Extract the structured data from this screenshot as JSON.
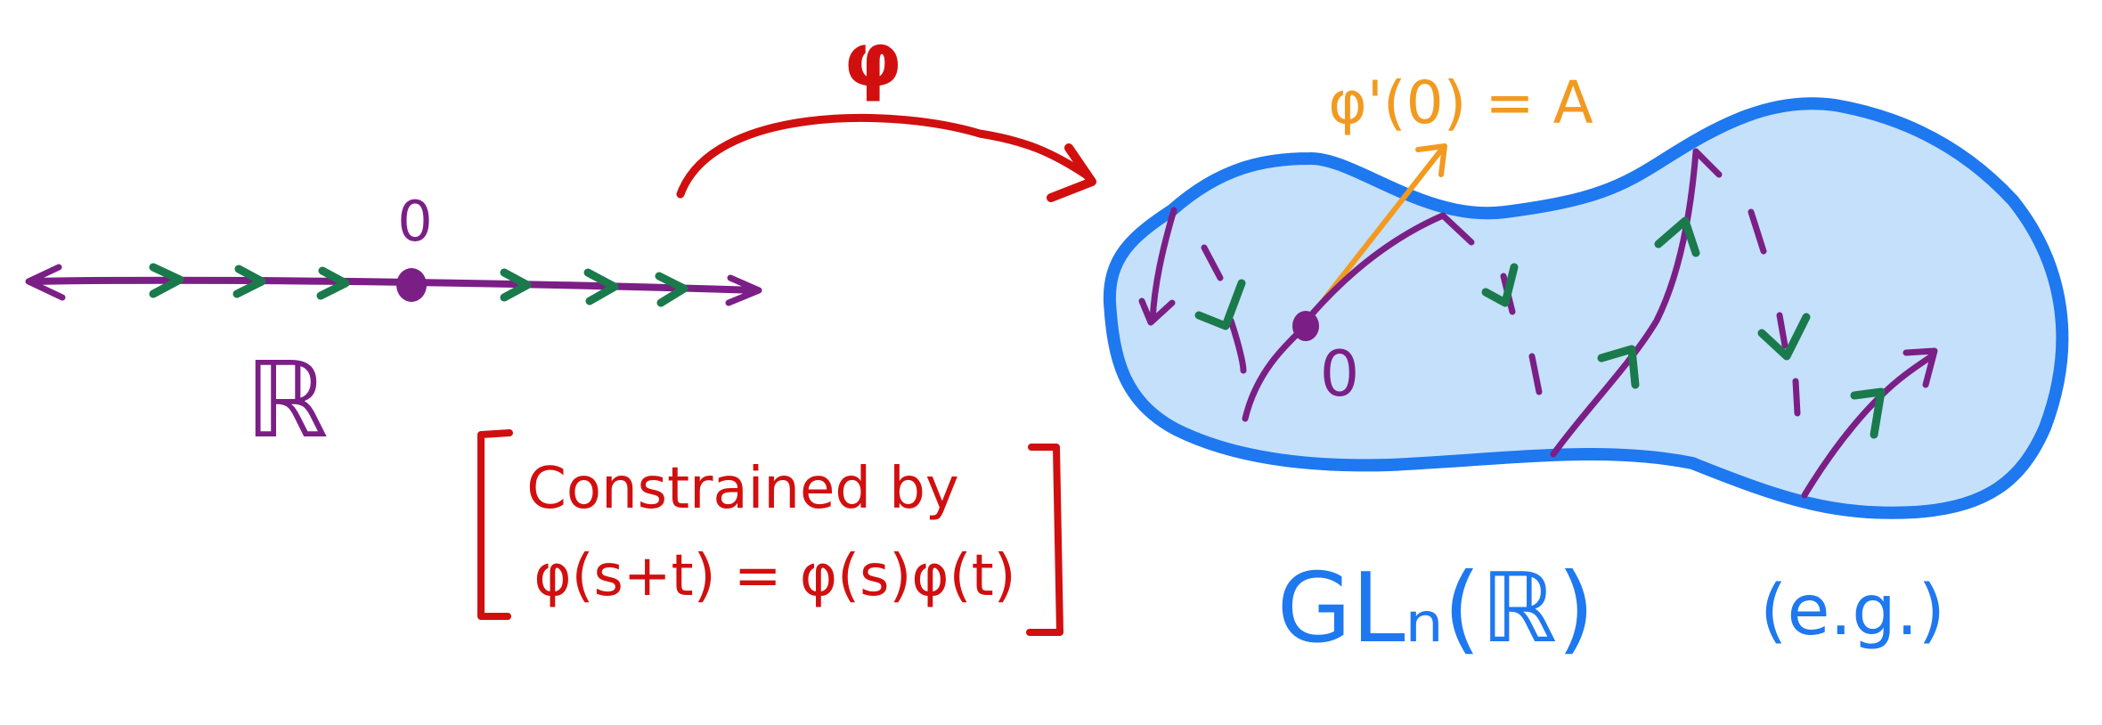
{
  "labels": {
    "phi": "φ",
    "real_line": "ℝ",
    "origin_line": "0",
    "origin_group": "0",
    "derivative": "φ'(0) = A",
    "constraint_line1": "Constrained by",
    "constraint_line2": "φ(s+t) = φ(s)φ(t)",
    "group": "GLₙ(ℝ)",
    "example": "(e.g.)"
  },
  "colors": {
    "purple": "#7b1f86",
    "green": "#1a7a4c",
    "red": "#d10f0f",
    "orange": "#f29a20",
    "blue": "#1e78f0",
    "blob_fill": "#c5e0fb"
  }
}
